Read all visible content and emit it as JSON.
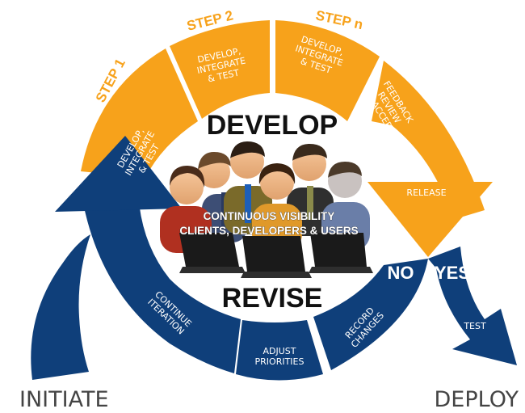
{
  "center": {
    "top_title": "DEVELOP",
    "bottom_title": "REVISE",
    "team_line1": "CONTINUOUS VISIBILITY",
    "team_line2": "CLIENTS, DEVELOPERS & USERS"
  },
  "orange_segments": [
    {
      "step": "STEP 1",
      "lines": [
        "DEVELOP,",
        "INTEGRATE",
        "& TEST"
      ]
    },
    {
      "step": "STEP 2",
      "lines": [
        "DEVELOP,",
        "INTEGRATE",
        "& TEST"
      ]
    },
    {
      "step": "STEP n",
      "lines": [
        "DEVELOP,",
        "INTEGRATE",
        "& TEST"
      ]
    },
    {
      "step": "",
      "lines": [
        "FEEDBACK",
        "REVIEW",
        "& ACCEPT"
      ]
    }
  ],
  "release_label": "RELEASE",
  "decision": {
    "no": "NO",
    "yes": "YES"
  },
  "test_label": "TEST",
  "blue_segments": [
    {
      "lines": [
        "CONTINUE",
        "ITERATION"
      ]
    },
    {
      "lines": [
        "ADJUST",
        "PRIORITIES"
      ]
    },
    {
      "lines": [
        "RECORD",
        "CHANGES"
      ]
    }
  ],
  "corners": {
    "left": "INITIATE",
    "right": "DEPLOY"
  },
  "colors": {
    "orange": "#f7a21b",
    "blue": "#0f3f7a",
    "dark_text": "#111111",
    "corner_text": "#444444"
  }
}
